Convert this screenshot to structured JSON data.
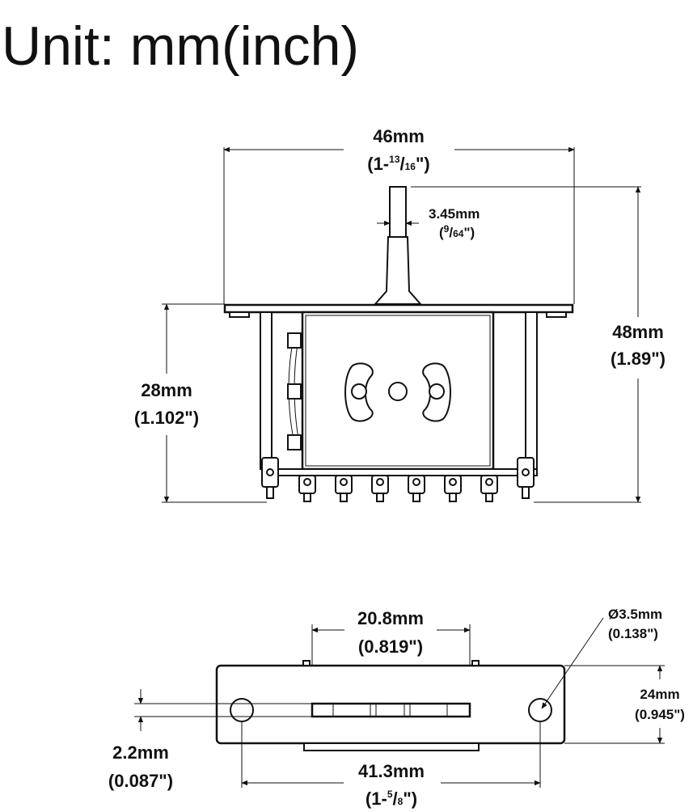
{
  "heading": {
    "unit_label": "Unit: mm(inch)"
  },
  "front_view": {
    "width": {
      "mm": "46mm",
      "in_prefix": "(1-",
      "in_num": "13",
      "in_sep": "/",
      "in_den": "16",
      "in_suffix": "\")"
    },
    "lever": {
      "mm": "3.45mm",
      "in_prefix": "(",
      "in_num": "9",
      "in_sep": "/",
      "in_den": "64",
      "in_suffix": "\")"
    },
    "total_height": {
      "mm": "48mm",
      "in": "(1.89\")"
    },
    "body_height": {
      "mm": "28mm",
      "in": "(1.102\")"
    }
  },
  "top_view": {
    "slot": {
      "mm": "20.8mm",
      "in": "(0.819\")"
    },
    "hole": {
      "mm": "Ø3.5mm",
      "in": "(0.138\")"
    },
    "depth": {
      "mm": "24mm",
      "in": "(0.945\")"
    },
    "slot_width": {
      "mm": "2.2mm",
      "in": "(0.087\")"
    },
    "mount": {
      "mm": "41.3mm",
      "in_prefix": "(1-",
      "in_num": "5",
      "in_sep": "/",
      "in_den": "8",
      "in_suffix": "\")"
    }
  }
}
